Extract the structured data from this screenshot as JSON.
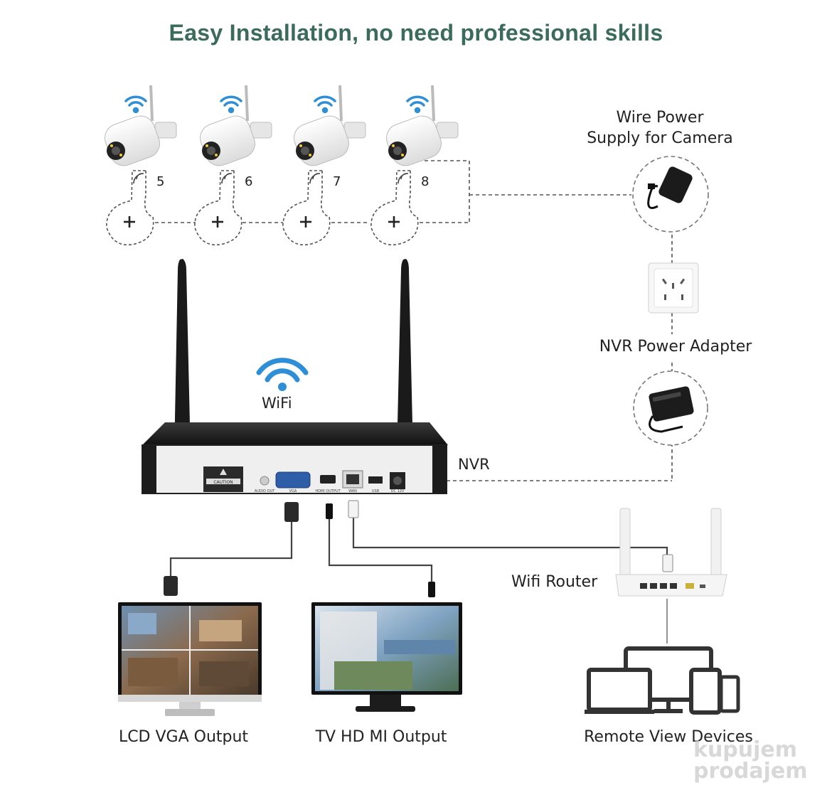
{
  "title": "Easy Installation, no need professional skills",
  "cameras": [
    {
      "label": "5"
    },
    {
      "label": "6"
    },
    {
      "label": "7"
    },
    {
      "label": "8"
    }
  ],
  "wire_power": {
    "line1": "Wire Power",
    "line2": "Supply for Camera"
  },
  "nvr_power_adapter": "NVR Power Adapter",
  "wifi_label": "WiFi",
  "nvr_label": "NVR",
  "wifi_router": "Wifi Router",
  "nvr_panel": {
    "caution": "CAUTION",
    "ports": [
      "AUDIO OUT",
      "VGA",
      "HDMI OUTPUT",
      "WAN",
      "USB",
      "DC 12V"
    ]
  },
  "outputs": {
    "lcd": "LCD VGA Output",
    "tv": "TV HD MI Output",
    "remote": "Remote View Devices"
  },
  "watermark": {
    "line1": "kupujem",
    "line2": "prodajem"
  },
  "colors": {
    "title": "#3b6b5a",
    "wifi_blue": "#2f8fd6"
  }
}
